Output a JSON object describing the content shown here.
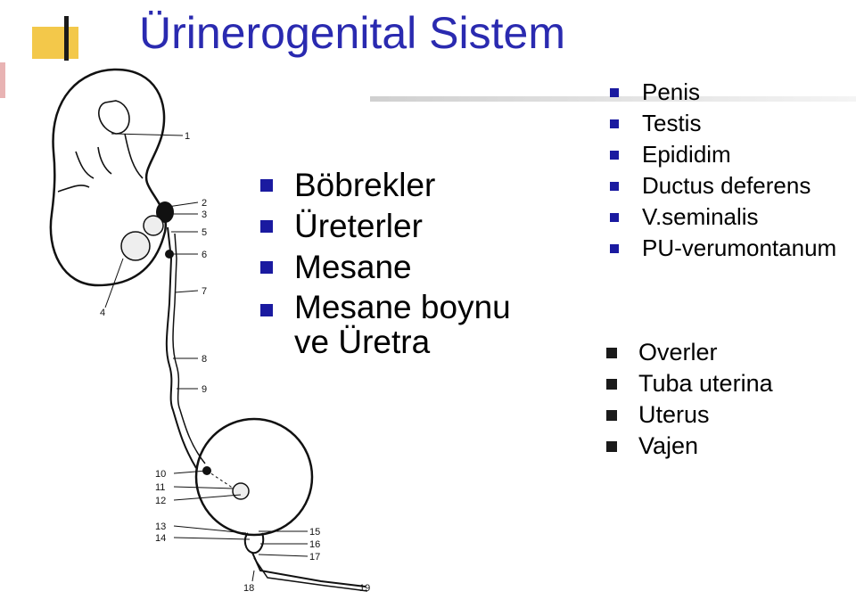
{
  "slide": {
    "title": "Ürinerogenital Sistem",
    "main_items": [
      {
        "label": "Böbrekler"
      },
      {
        "label": "Üreterler"
      },
      {
        "label": "Mesane"
      },
      {
        "label": "Mesane boynu ve Üretra"
      }
    ],
    "male_items": [
      {
        "label": "Penis"
      },
      {
        "label": "Testis"
      },
      {
        "label": "Epididim"
      },
      {
        "label": "Ductus deferens"
      },
      {
        "label": "V.seminalis"
      },
      {
        "label": "PU-verumontanum"
      }
    ],
    "female_items": [
      {
        "label": "Overler"
      },
      {
        "label": "Tuba uterina"
      },
      {
        "label": "Uterus"
      },
      {
        "label": "Vajen"
      }
    ],
    "diagram_labels": [
      "1",
      "2",
      "3",
      "5",
      "6",
      "7",
      "4",
      "8",
      "9",
      "10",
      "11",
      "12",
      "13",
      "14",
      "15",
      "16",
      "17",
      "18",
      "19"
    ]
  },
  "colors": {
    "title": "#2a2ab0",
    "bullet": "#1a1aa0",
    "accent": "#f3c84a"
  }
}
